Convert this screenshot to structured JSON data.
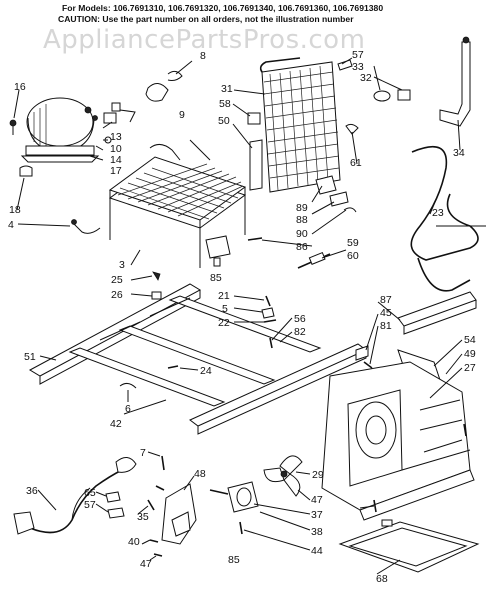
{
  "header": {
    "models_line": "For Models: 106.7691310, 106.7691320, 106.7691340, 106.7691360, 106.7691380",
    "caution_line": "CAUTION: Use the part number on all orders, not the illustration number"
  },
  "watermark": "AppliancePartsPros.com",
  "callouts": [
    {
      "id": "c8",
      "text": "8"
    },
    {
      "id": "c57a",
      "text": "57"
    },
    {
      "id": "c33",
      "text": "33"
    },
    {
      "id": "c32",
      "text": "32"
    },
    {
      "id": "c16",
      "text": "16"
    },
    {
      "id": "c31",
      "text": "31"
    },
    {
      "id": "c58",
      "text": "58"
    },
    {
      "id": "c9",
      "text": "9"
    },
    {
      "id": "c13",
      "text": "13"
    },
    {
      "id": "c10",
      "text": "10"
    },
    {
      "id": "c14",
      "text": "14"
    },
    {
      "id": "c17",
      "text": "17"
    },
    {
      "id": "c50",
      "text": "50"
    },
    {
      "id": "c61",
      "text": "61"
    },
    {
      "id": "c34",
      "text": "34"
    },
    {
      "id": "c18",
      "text": "18"
    },
    {
      "id": "c4",
      "text": "4"
    },
    {
      "id": "c89",
      "text": "89"
    },
    {
      "id": "c88",
      "text": "88"
    },
    {
      "id": "c90",
      "text": "90"
    },
    {
      "id": "c86",
      "text": "86"
    },
    {
      "id": "c23",
      "text": "23"
    },
    {
      "id": "c59",
      "text": "59"
    },
    {
      "id": "c60",
      "text": "60"
    },
    {
      "id": "c3",
      "text": "3"
    },
    {
      "id": "c25",
      "text": "25"
    },
    {
      "id": "c26",
      "text": "26"
    },
    {
      "id": "c85",
      "text": "85"
    },
    {
      "id": "c21",
      "text": "21"
    },
    {
      "id": "c5",
      "text": "5"
    },
    {
      "id": "c22",
      "text": "22"
    },
    {
      "id": "c56",
      "text": "56"
    },
    {
      "id": "c82",
      "text": "82"
    },
    {
      "id": "c87",
      "text": "87"
    },
    {
      "id": "c45",
      "text": "45"
    },
    {
      "id": "c81",
      "text": "81"
    },
    {
      "id": "c54",
      "text": "54"
    },
    {
      "id": "c49",
      "text": "49"
    },
    {
      "id": "c27",
      "text": "27"
    },
    {
      "id": "c51",
      "text": "51"
    },
    {
      "id": "c24",
      "text": "24"
    },
    {
      "id": "c6",
      "text": "6"
    },
    {
      "id": "c42",
      "text": "42"
    },
    {
      "id": "c7",
      "text": "7"
    },
    {
      "id": "c48",
      "text": "48"
    },
    {
      "id": "c29",
      "text": "29"
    },
    {
      "id": "c36",
      "text": "36"
    },
    {
      "id": "c65",
      "text": "65"
    },
    {
      "id": "c57b",
      "text": "57"
    },
    {
      "id": "c35",
      "text": "35"
    },
    {
      "id": "c47a",
      "text": "47"
    },
    {
      "id": "c37",
      "text": "37"
    },
    {
      "id": "c38",
      "text": "38"
    },
    {
      "id": "c40",
      "text": "40"
    },
    {
      "id": "c44",
      "text": "44"
    },
    {
      "id": "c47b",
      "text": "47"
    },
    {
      "id": "c85b",
      "text": "85"
    },
    {
      "id": "c68",
      "text": "68"
    }
  ]
}
